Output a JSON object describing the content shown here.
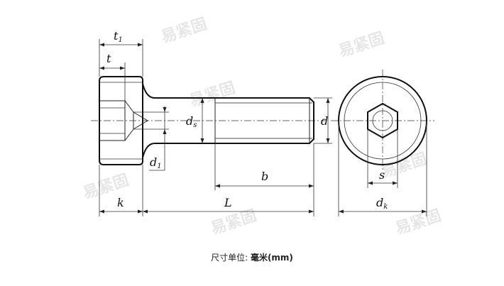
{
  "labels": {
    "t1": "t",
    "t1_sub": "1",
    "t": "t",
    "ds": "d",
    "ds_sub": "s",
    "d": "d",
    "d1": "d",
    "d1_sub": "1",
    "b": "b",
    "k": "k",
    "L": "L",
    "s": "s",
    "dk": "d",
    "dk_sub": "k"
  },
  "caption": {
    "prefix": "尺寸单位: ",
    "unit": "毫米(mm)"
  },
  "watermark": {
    "text": "易紧固",
    "color": "#c9c9c9"
  }
}
